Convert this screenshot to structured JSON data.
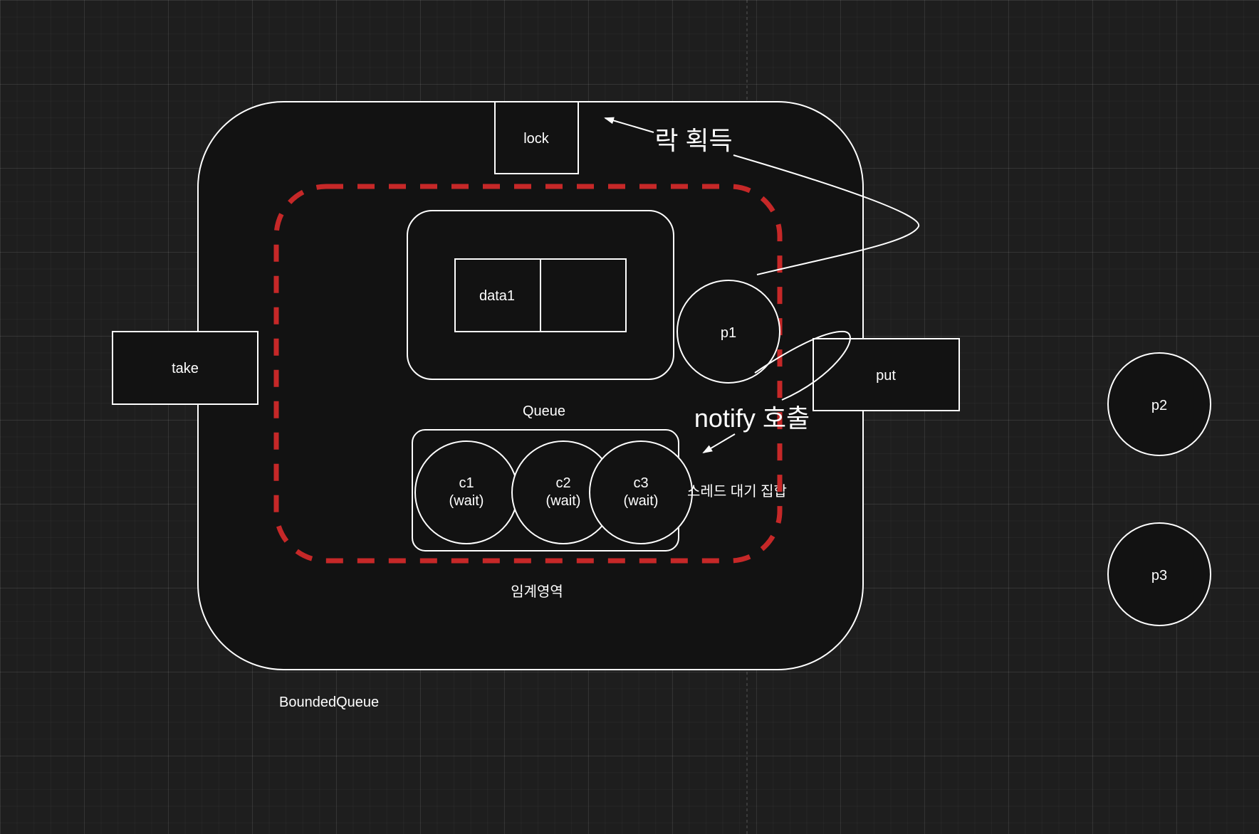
{
  "colors": {
    "background": "#1e1e1e",
    "shape_fill": "#121212",
    "stroke": "#ffffff",
    "critical_section": "#c62828"
  },
  "bounded_queue": {
    "label": "BoundedQueue"
  },
  "lock": {
    "label": "lock"
  },
  "take": {
    "label": "take"
  },
  "put": {
    "label": "put"
  },
  "queue": {
    "label": "Queue",
    "slots": [
      "data1",
      ""
    ]
  },
  "critical_section": {
    "label": "임계영역"
  },
  "wait_set": {
    "label": "스레드 대기 집합",
    "threads": [
      {
        "name": "c1",
        "state": "(wait)"
      },
      {
        "name": "c2",
        "state": "(wait)"
      },
      {
        "name": "c3",
        "state": "(wait)"
      }
    ]
  },
  "producers": [
    "p1",
    "p2",
    "p3"
  ],
  "annotations": {
    "lock_acquire": "락 획득",
    "notify_call": "notify 호출"
  }
}
